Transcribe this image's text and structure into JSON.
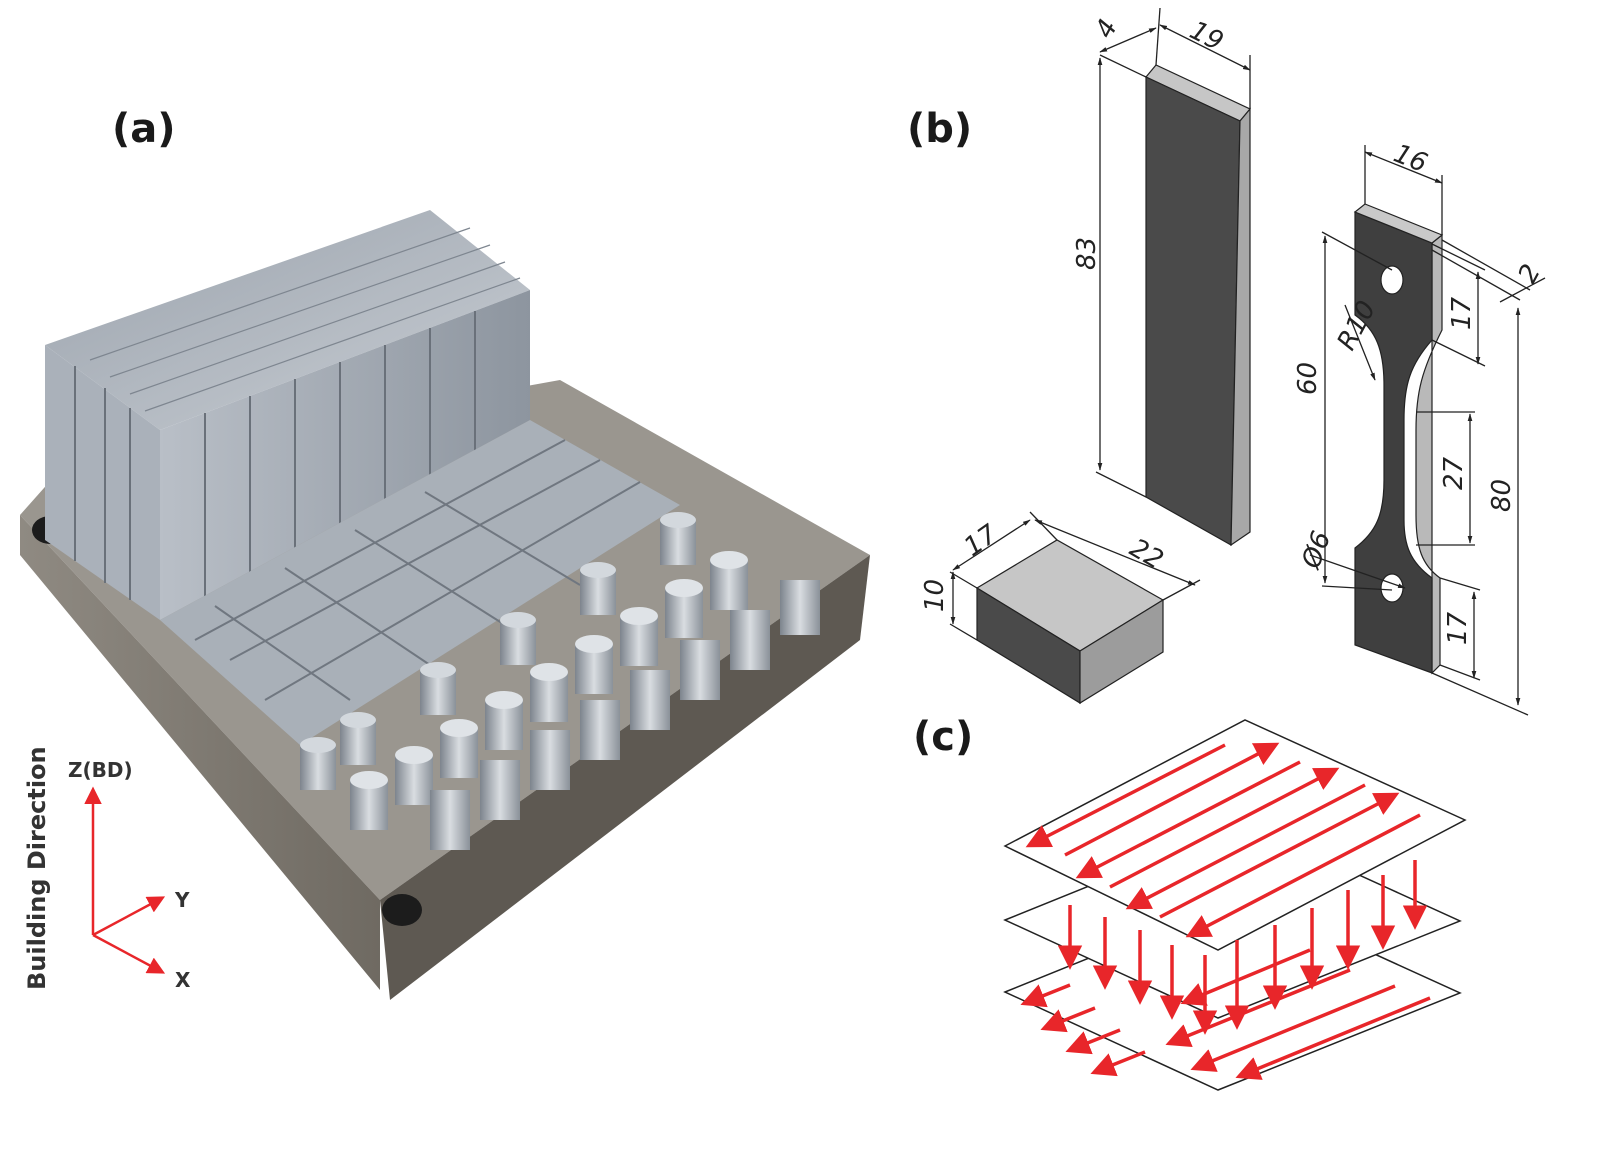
{
  "panels": {
    "a": "(a)",
    "b": "(b)",
    "c": "(c)"
  },
  "axes": {
    "z": "Z(BD)",
    "y": "Y",
    "x": "X",
    "building_direction": "Building Direction"
  },
  "dimensions": {
    "bar_thickness": "4",
    "bar_width": "19",
    "bar_length": "83",
    "block_width": "17",
    "block_length": "22",
    "block_height": "10",
    "tensile_grip_width": "16",
    "tensile_thickness": "2",
    "tensile_radius": "R10",
    "tensile_grip_length_top": "17",
    "tensile_gauge_length": "27",
    "tensile_grip_length_bottom": "17",
    "tensile_hole_spacing": "60",
    "tensile_total_length": "80",
    "tensile_hole_diameter": "Ø6"
  },
  "colors": {
    "axis_red": "#e8262a",
    "scan_red": "#e8262a",
    "specimen_dark": "#4a4a4a",
    "specimen_light": "#a8a8a8",
    "metal": "#b8bec6"
  }
}
